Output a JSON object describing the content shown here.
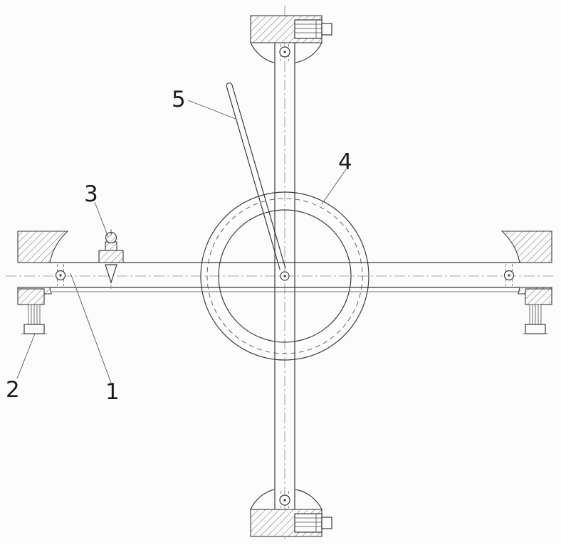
{
  "figure": {
    "background_color": "#fcfcfc",
    "line_color": "#3a3a3a",
    "centerline_color": "#8a8a8a",
    "hatch_color": "#6b6b6b",
    "labels": [
      {
        "id": "label-1",
        "text": "1"
      },
      {
        "id": "label-2",
        "text": "2"
      },
      {
        "id": "label-3",
        "text": "3"
      },
      {
        "id": "label-4",
        "text": "4"
      },
      {
        "id": "label-5",
        "text": "5"
      }
    ]
  }
}
